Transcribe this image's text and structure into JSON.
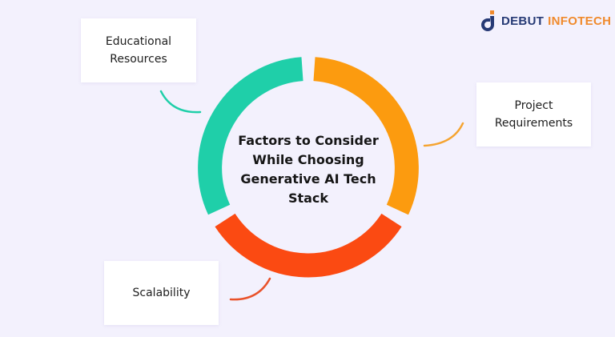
{
  "brand": {
    "name_part1": "DEBUT",
    "name_part2": "INFOTECH",
    "colors": {
      "primary": "#263a75",
      "accent": "#f08a2c"
    }
  },
  "diagram": {
    "title_lines": [
      "Factors to Consider",
      "While Choosing",
      "Generative AI Tech",
      "Stack"
    ],
    "segments": [
      {
        "label_lines": [
          "Educational",
          "Resources"
        ],
        "color": "#1fcfa9"
      },
      {
        "label_lines": [
          "Project",
          "Requirements"
        ],
        "color": "#fc9b0f"
      },
      {
        "label_lines": [
          "Scalability"
        ],
        "color": "#fb4a12"
      }
    ]
  },
  "background": "#f3f1fd"
}
